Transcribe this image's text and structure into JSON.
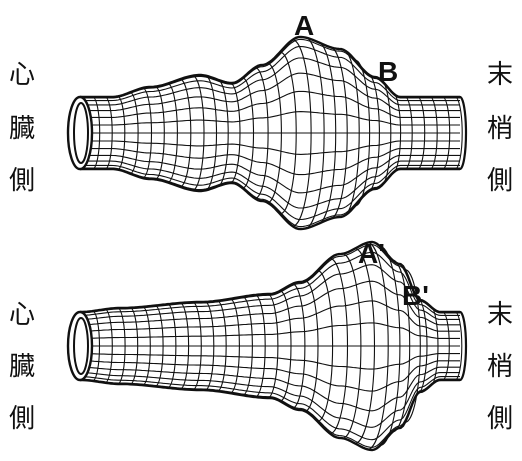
{
  "top_figure": {
    "left_label": [
      "心",
      "臓",
      "側"
    ],
    "right_label": [
      "末",
      "梢",
      "側"
    ],
    "point_a": "A",
    "point_b": "B"
  },
  "bottom_figure": {
    "left_label": [
      "心",
      "臓",
      "側"
    ],
    "right_label": [
      "末",
      "梢",
      "側"
    ],
    "point_a": "A'",
    "point_b": "B'"
  }
}
